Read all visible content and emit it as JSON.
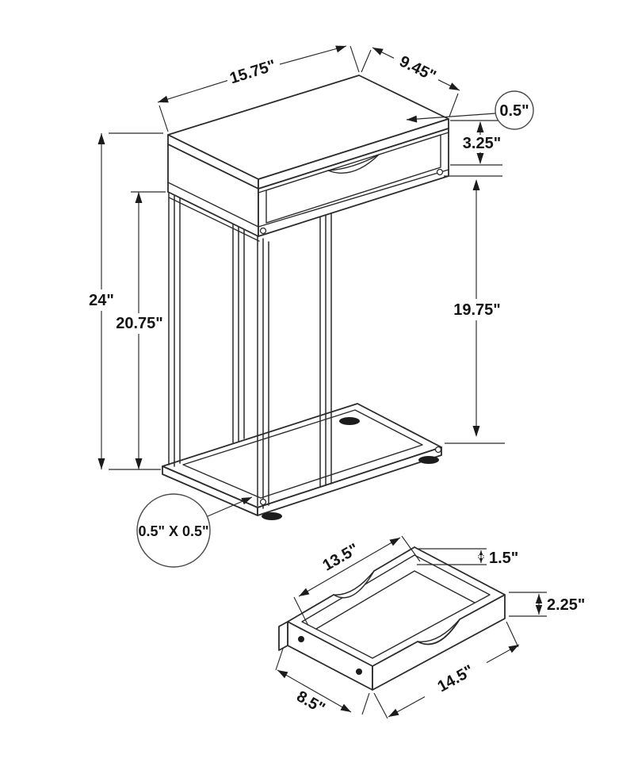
{
  "colors": {
    "background": "#ffffff",
    "line": "#2b2b2b",
    "text": "#141414"
  },
  "table_view": {
    "top_length": "15.75\"",
    "top_depth": "9.45\"",
    "top_thickness": "0.5\"",
    "drawer_face_height": "3.25\"",
    "overall_height": "24\"",
    "frame_height": "20.75\"",
    "opening_height": "19.75\"",
    "tube_size": "0.5\" X 0.5\""
  },
  "drawer_view": {
    "opening_width": "13.5\"",
    "inner_depth": "1.5\"",
    "side_height": "2.25\"",
    "depth": "8.5\"",
    "width": "14.5\""
  }
}
